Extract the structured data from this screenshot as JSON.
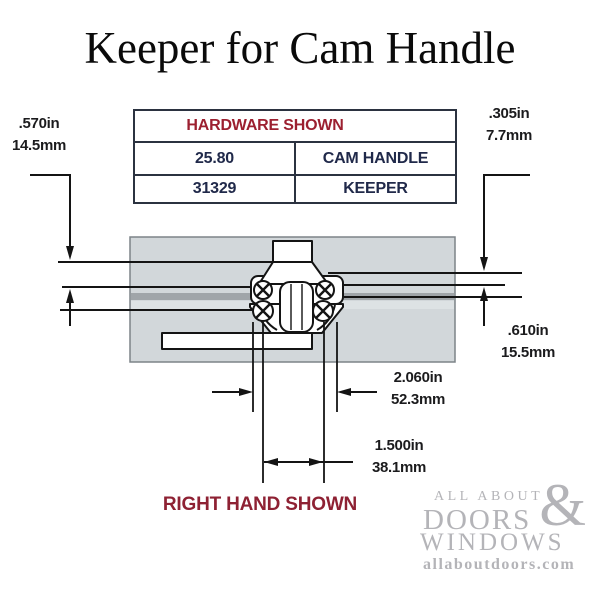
{
  "title": "Keeper for Cam Handle",
  "table": {
    "header": "HARDWARE SHOWN",
    "rows": [
      {
        "part": "25.80",
        "name": "CAM HANDLE"
      },
      {
        "part": "31329",
        "name": "KEEPER"
      }
    ]
  },
  "dimensions": {
    "top_left": {
      "in": ".570in",
      "mm": "14.5mm"
    },
    "top_right": {
      "in": ".305in",
      "mm": "7.7mm"
    },
    "right": {
      "in": ".610in",
      "mm": "15.5mm"
    },
    "width_outer": {
      "in": "2.060in",
      "mm": "52.3mm"
    },
    "width_inner": {
      "in": "1.500in",
      "mm": "38.1mm"
    }
  },
  "footnote": "RIGHT HAND SHOWN",
  "logo": {
    "line1": "ALL ABOUT",
    "ampersand": "&",
    "line2": "DOORS",
    "line3": "WINDOWS",
    "domain": "allaboutdoors.com"
  },
  "colors": {
    "header_red": "#9c2030",
    "footnote_red": "#8e2133",
    "table_text_navy": "#20294a",
    "panel_gray": "#d2d7da",
    "panel_band_gray": "#a0a5a9",
    "line_black": "#141414",
    "logo_gray": "#b4b4b8"
  }
}
